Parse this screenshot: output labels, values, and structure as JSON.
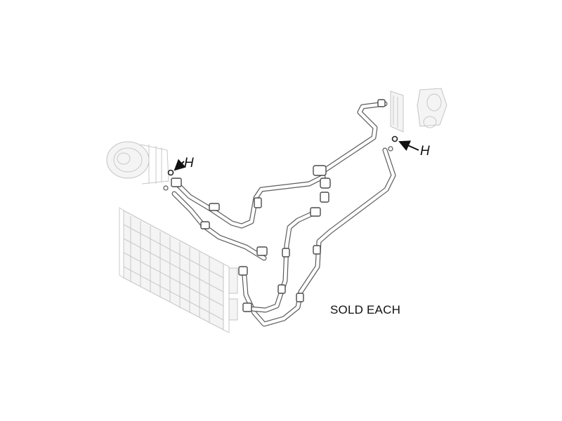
{
  "callouts": {
    "left_label": "H",
    "right_label": "H"
  },
  "note": "SOLD EACH"
}
